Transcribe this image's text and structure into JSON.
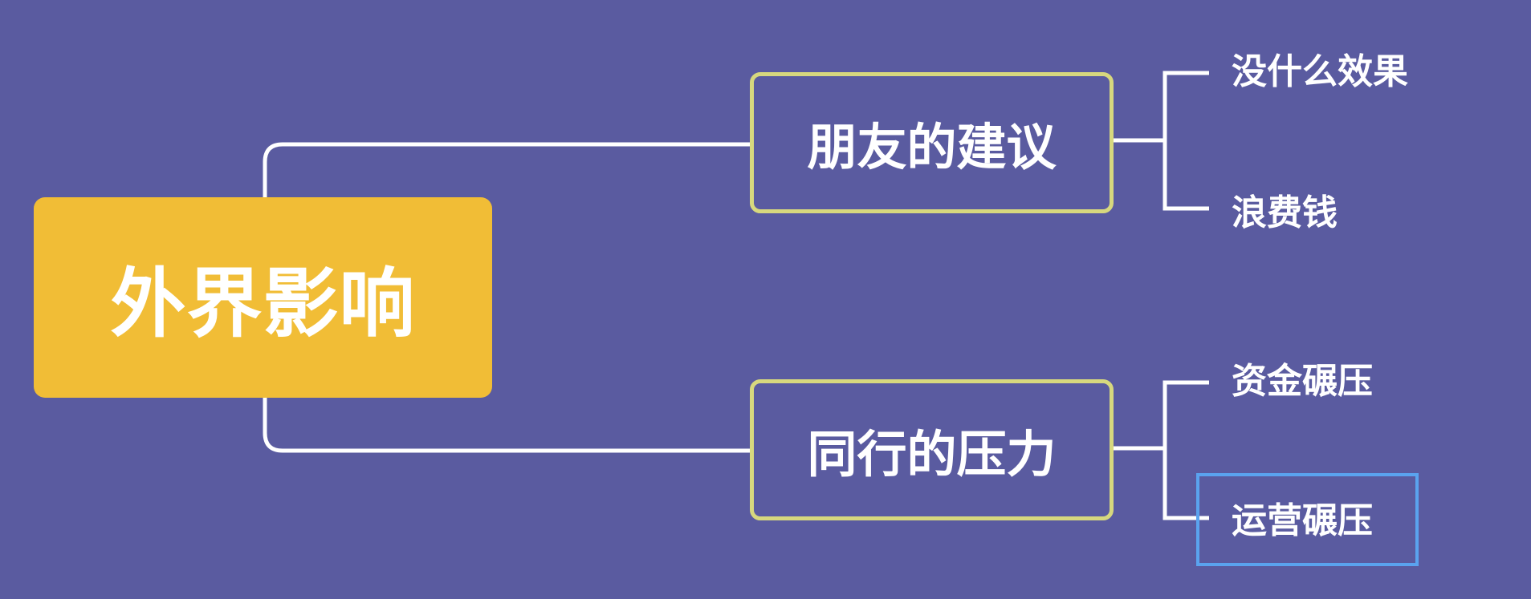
{
  "diagram": {
    "root": {
      "label": "外界影响"
    },
    "branches": [
      {
        "label": "朋友的建议",
        "children": [
          "没什么效果",
          "浪费钱"
        ]
      },
      {
        "label": "同行的压力",
        "children": [
          "资金碾压",
          "运营碾压"
        ]
      }
    ],
    "selected_node": "运营碾压"
  },
  "colors": {
    "background": "#5a5ba0",
    "root_fill": "#f1bd36",
    "branch_border": "#d7d87e",
    "connector": "#ffffff",
    "selection": "#5aa3ef",
    "text": "#ffffff"
  }
}
